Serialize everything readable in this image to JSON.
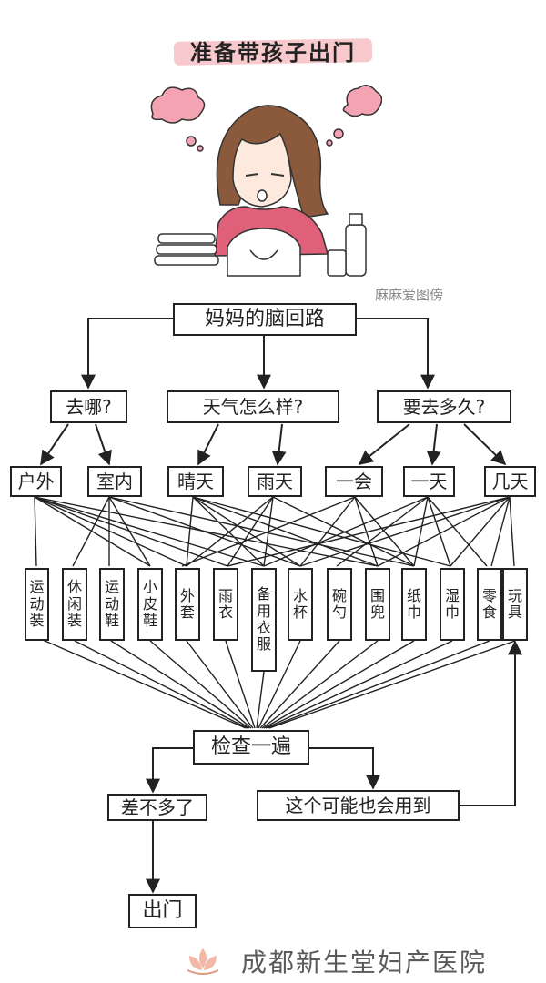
{
  "title": "准备带孩子出门",
  "watermark": "麻麻爱图傍",
  "root": "妈妈的脑回路",
  "questions": [
    "去哪?",
    "天气怎么样?",
    "要去多久?"
  ],
  "answers": [
    "户外",
    "室内",
    "晴天",
    "雨天",
    "一会",
    "一天",
    "几天"
  ],
  "items": [
    "运动装",
    "休闲装",
    "运动鞋",
    "小皮鞋",
    "外套",
    "雨衣",
    "备用衣服",
    "水杯",
    "碗勺",
    "围兜",
    "纸巾",
    "湿巾",
    "零食",
    "玩具"
  ],
  "check": "检查一遍",
  "almost": "差不多了",
  "maybe": "这个可能也会用到",
  "go_out": "出门",
  "footer": "成都新生堂妇产医院",
  "colors": {
    "title_highlight": "#f7c9cc",
    "sweater": "#e0607a",
    "hair": "#8b5a3c",
    "steam": "#f4a3b3",
    "line": "#222222"
  }
}
